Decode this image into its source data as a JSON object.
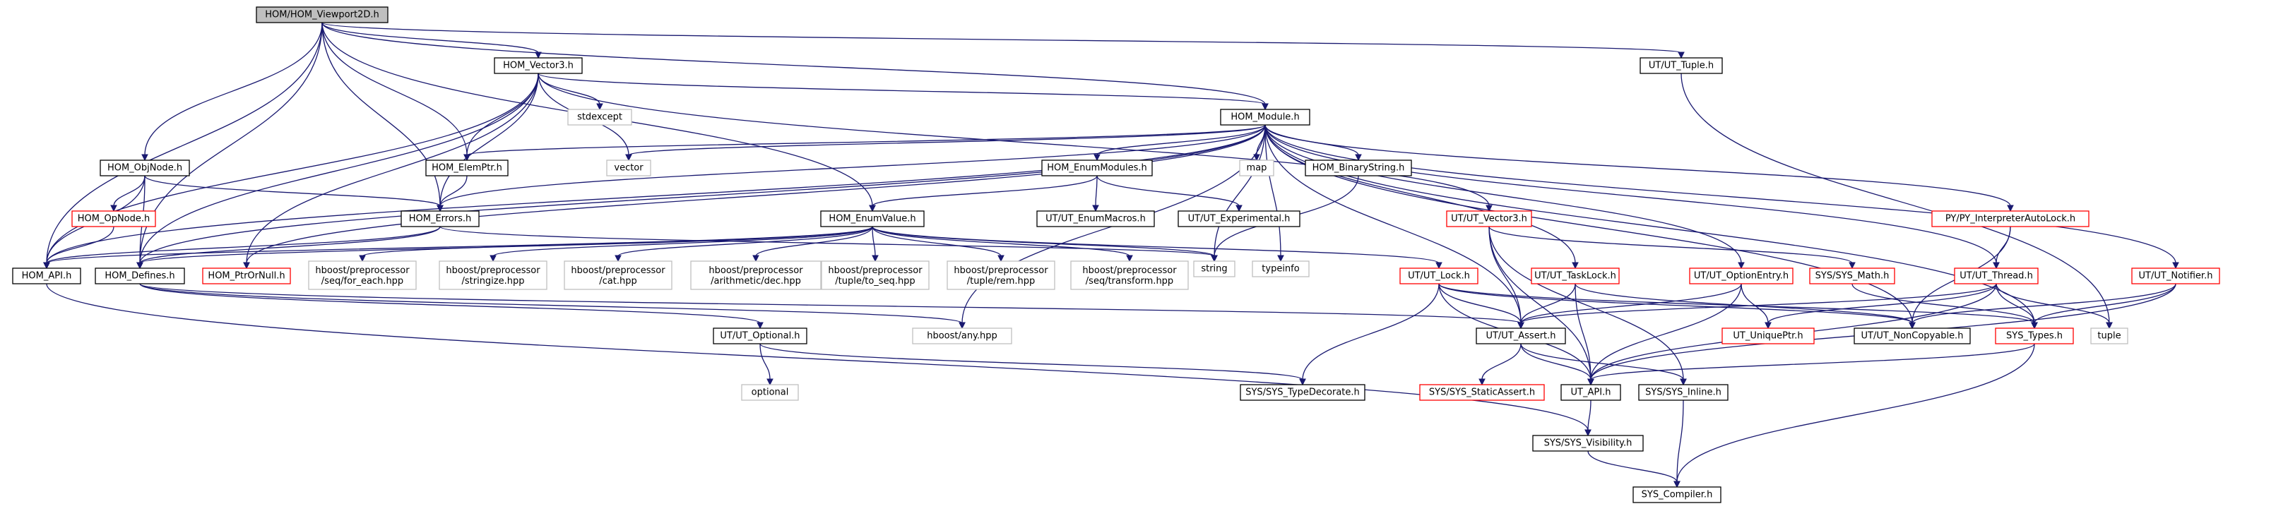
{
  "nodes": {
    "root": "HOM/HOM_Viewport2D.h",
    "vector3": "HOM_Vector3.h",
    "tuple_ut": "UT/UT_Tuple.h",
    "module": "HOM_Module.h",
    "objnode": "HOM_ObjNode.h",
    "elemptr": "HOM_ElemPtr.h",
    "stdexcept": "stdexcept",
    "vector": "vector",
    "map": "map",
    "binarystring": "HOM_BinaryString.h",
    "enummodules": "HOM_EnumModules.h",
    "enummacros": "UT/UT_EnumMacros.h",
    "experimental": "UT/UT_Experimental.h",
    "ut_vector3": "UT/UT_Vector3.h",
    "interp_lock": "PY/PY_InterpreterAutoLock.h",
    "notifier": "UT/UT_Notifier.h",
    "opnode": "HOM_OpNode.h",
    "errors": "HOM_Errors.h",
    "enumvalue": "HOM_EnumValue.h",
    "api": "HOM_API.h",
    "defines": "HOM_Defines.h",
    "ptrornull": "HOM_PtrOrNull.h",
    "pp_foreach": "hboost/preprocessor\n/seq/for_each.hpp",
    "pp_stringize": "hboost/preprocessor\n/stringize.hpp",
    "pp_cat": "hboost/preprocessor\n/cat.hpp",
    "pp_dec": "hboost/preprocessor\n/arithmetic/dec.hpp",
    "pp_toseq": "hboost/preprocessor\n/tuple/to_seq.hpp",
    "pp_rem": "hboost/preprocessor\n/tuple/rem.hpp",
    "pp_transform": "hboost/preprocessor\n/seq/transform.hpp",
    "string": "string",
    "typeinfo": "typeinfo",
    "ut_lock": "UT/UT_Lock.h",
    "tasklock": "UT/UT_TaskLock.h",
    "optionentry": "UT/UT_OptionEntry.h",
    "sys_math": "SYS/SYS_Math.h",
    "ut_thread": "UT/UT_Thread.h",
    "tuple": "tuple",
    "ut_optional": "UT/UT_Optional.h",
    "any": "hboost/any.hpp",
    "ut_assert": "UT/UT_Assert.h",
    "uniqueptr": "UT_UniquePtr.h",
    "noncopyable": "UT/UT_NonCopyable.h",
    "sys_types": "SYS_Types.h",
    "optional": "optional",
    "typedecorate": "SYS/SYS_TypeDecorate.h",
    "staticassert": "SYS/SYS_StaticAssert.h",
    "ut_api": "UT_API.h",
    "sys_inline": "SYS/SYS_Inline.h",
    "visibility": "SYS/SYS_Visibility.h",
    "compiler": "SYS_Compiler.h"
  },
  "colors": {
    "edge": "#191970",
    "border_normal": "#000000",
    "border_incomplete": "#ff0000",
    "border_external": "#bfbfbf",
    "root_fill": "#bfbfbf",
    "external_text": "#555555"
  }
}
